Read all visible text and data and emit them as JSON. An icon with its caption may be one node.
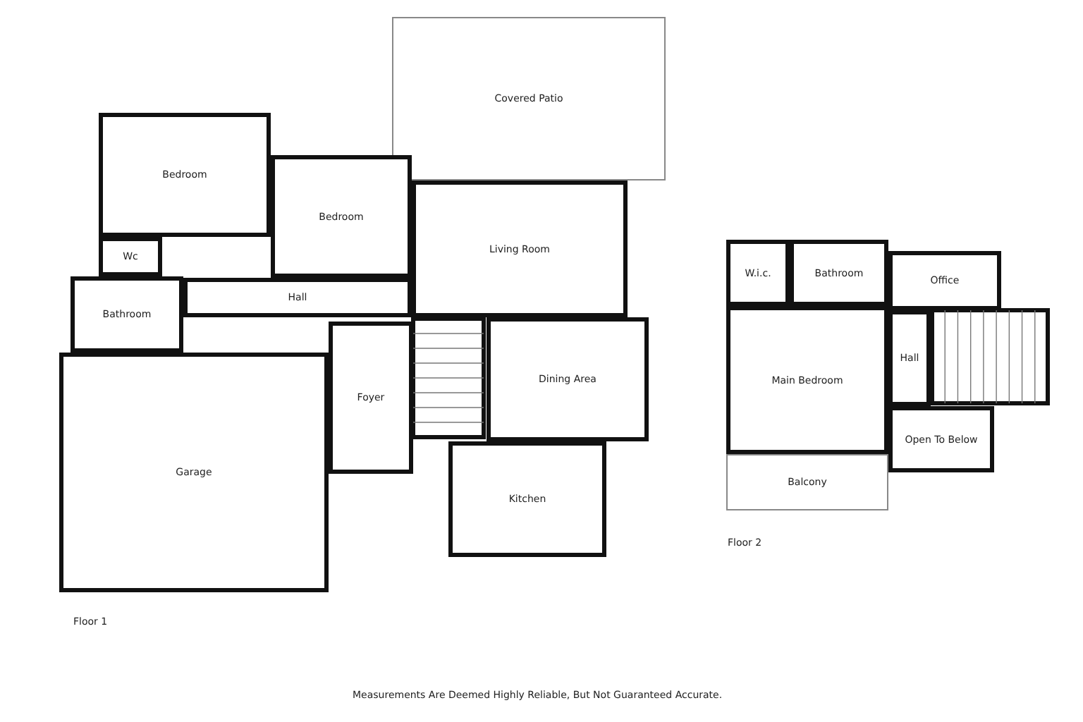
{
  "diagram": {
    "caption": "Measurements Are Deemed Highly Reliable, But Not Guaranteed Accurate.",
    "nodes": [
      {
        "text": [
          "Covered Patio"
        ]
      },
      {
        "text": [
          "Bedroom"
        ]
      },
      {
        "text": [
          "Bedroom"
        ]
      },
      {
        "text": [
          "Living Room"
        ]
      },
      {
        "text": [
          "Wc"
        ]
      },
      {
        "text": [
          "Hall"
        ]
      },
      {
        "text": [
          "Bathroom"
        ]
      },
      {
        "text": [
          "Dining Area"
        ]
      },
      {
        "text": [
          "Foyer"
        ]
      },
      {
        "text": [
          "Garage"
        ]
      },
      {
        "text": [
          "Kitchen"
        ]
      },
      {
        "text": [
          "W.i.c."
        ]
      },
      {
        "text": [
          "Bathroom"
        ]
      },
      {
        "text": [
          "Office"
        ]
      },
      {
        "text": [
          "Hall"
        ]
      },
      {
        "text": [
          "Main Bedroom"
        ]
      },
      {
        "text": [
          "Open To Below"
        ]
      },
      {
        "text": [
          "Balcony"
        ]
      }
    ],
    "labels": [
      "Floor 1",
      "Floor 2"
    ]
  }
}
